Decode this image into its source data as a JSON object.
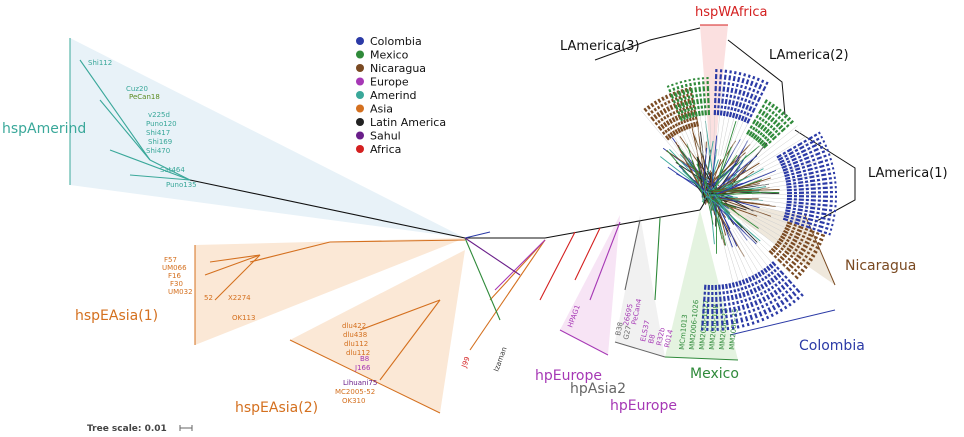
{
  "colors": {
    "colombia": "#2b3aa6",
    "mexico": "#2f8a3a",
    "nicaragua": "#7a4a22",
    "europe": "#a638b5",
    "amerind": "#3aa89a",
    "asia": "#d4701f",
    "latin_america": "#222222",
    "sahul": "#6a1f8a",
    "africa": "#d42020",
    "amerind_bg": "#e8f2f8",
    "asia_bg": "#fbe8d6",
    "europe_bg": "#f7e4f5",
    "asia2_bg": "#f1f1f1",
    "mexico_bg": "#e4f3e0",
    "africa_bg": "#fbe0e0",
    "nicaragua_bg": "#efe8dc"
  },
  "legend": [
    {
      "label": "Colombia",
      "color": "#2b3aa6"
    },
    {
      "label": "Mexico",
      "color": "#2f8a3a"
    },
    {
      "label": "Nicaragua",
      "color": "#7a4a22"
    },
    {
      "label": "Europe",
      "color": "#a638b5"
    },
    {
      "label": "Amerind",
      "color": "#3aa89a"
    },
    {
      "label": "Asia",
      "color": "#d4701f"
    },
    {
      "label": "Latin America",
      "color": "#222222"
    },
    {
      "label": "Sahul",
      "color": "#6a1f8a"
    },
    {
      "label": "Africa",
      "color": "#d42020"
    }
  ],
  "clades": {
    "hspAmerind": "hspAmerind",
    "hspEAsia1": "hspEAsia(1)",
    "hspEAsia2": "hspEAsia(2)",
    "hpEurope_a": "hpEurope",
    "hpAsia2": "hpAsia2",
    "hpEurope_b": "hpEurope",
    "mexico": "Mexico",
    "colombia": "Colombia",
    "nicaragua": "Nicaragua",
    "lamerica1": "LAmerica(1)",
    "lamerica2": "LAmerica(2)",
    "lamerica3": "LAmerica(3)",
    "hspWAfrica": "hspWAfrica"
  },
  "leaves": {
    "amerind": [
      "Shi112",
      "Cuz20",
      "PeCan18",
      "v225d",
      "Puno120",
      "Shi417",
      "Shi169",
      "Shi470",
      "Sat464",
      "Puno135"
    ],
    "easia1": [
      "F57",
      "UM066",
      "F16",
      "F30",
      "UM032",
      "52",
      "X2274",
      "OK113"
    ],
    "easia2": [
      "dlu422",
      "dlu438",
      "dlu112",
      "dlu112",
      "B8",
      "J166",
      "Lihuani75",
      "MC2005-52",
      "OK310"
    ],
    "misc": [
      "J99",
      "Izaman"
    ],
    "europe": [
      "HPAG1"
    ],
    "asia2": [
      "26695",
      "PeCan4",
      "B38",
      "G27",
      "ELS37",
      "B8",
      "R32b",
      "R014"
    ],
    "mexico": [
      "MCm1013",
      "MM2006-1026",
      "MM2006-1027",
      "MM2006-108",
      "MM2006-22",
      "MM2006-35"
    ]
  },
  "scale": {
    "label": "Tree scale: 0.01"
  }
}
